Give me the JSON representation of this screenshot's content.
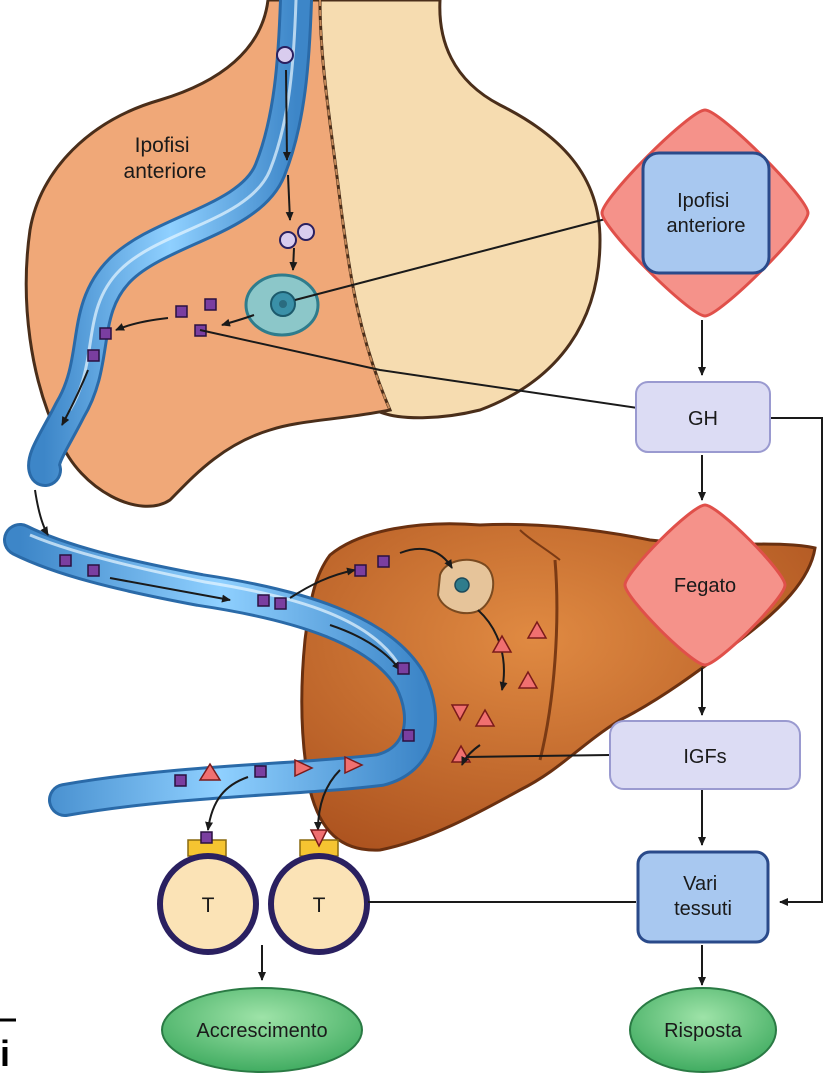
{
  "image_label": "Ipofisi\nanteriore",
  "flow": {
    "pituitary": "Ipofisi\nanteriore",
    "gh": "GH",
    "liver": "Fegato",
    "igfs": "IGFs",
    "tissues": "Vari\ntessuti",
    "response": "Risposta"
  },
  "target_cells": [
    "T",
    "T"
  ],
  "growth": "Accrescimento",
  "page_mark": "i",
  "colors": {
    "pituitary_tissue": "#f0a878",
    "posterior_tissue": "#f6dcb0",
    "vessel": "#5aa8e0",
    "liver": "#c8682a",
    "diamond_fill": "#f5928a",
    "diamond_border": "#e0504a",
    "box_blue": "#a8c8f0",
    "box_lavender": "#dcdcf4",
    "oval_green": "#5cbf78",
    "target_fill": "#fbe3b6",
    "target_border": "#2a2060",
    "gh_particle": "#7a3ea0",
    "igf_particle": "#f07070"
  }
}
